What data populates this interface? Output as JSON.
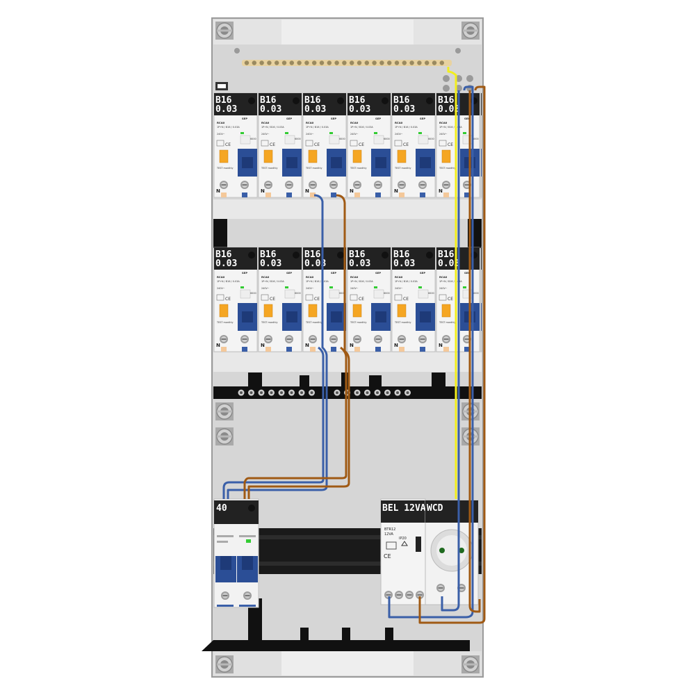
{
  "panel": {
    "rows": [
      {
        "breakers": [
          {
            "rating": "B16",
            "sensitivity": "0.03"
          },
          {
            "rating": "B16",
            "sensitivity": "0.03"
          },
          {
            "rating": "B16",
            "sensitivity": "0.03"
          },
          {
            "rating": "B16",
            "sensitivity": "0.03"
          },
          {
            "rating": "B16",
            "sensitivity": "0.03"
          },
          {
            "rating": "B16",
            "sensitivity": "0.03"
          }
        ]
      },
      {
        "breakers": [
          {
            "rating": "B16",
            "sensitivity": "0.03"
          },
          {
            "rating": "B16",
            "sensitivity": "0.03"
          },
          {
            "rating": "B16",
            "sensitivity": "0.03"
          },
          {
            "rating": "B16",
            "sensitivity": "0.03"
          },
          {
            "rating": "B16",
            "sensitivity": "0.03"
          },
          {
            "rating": "B16",
            "sensitivity": "0.03"
          }
        ]
      }
    ],
    "rcbo_face": {
      "brand": "SEP",
      "model": "RCA0",
      "spec": "1P+N / B16 / 0.03A",
      "volt": "240V~",
      "test_text": "TEST monthly",
      "neutral_mark": "N",
      "ce_mark": "CE",
      "code": "6000"
    },
    "main_switch": {
      "label": "40"
    },
    "bell_transformer": {
      "label": "BEL 12VA",
      "model": "BTR12",
      "power": "12VA",
      "ip": "IP20",
      "ce_mark": "CE"
    },
    "socket": {
      "label": "WCD"
    },
    "colors": {
      "phase_brown": "#a05a14",
      "neutral_blue": "#3a5fa8",
      "bell_yellow": "#f2ee1e",
      "breaker_blue": "#2b4e96",
      "enclosure_grey": "#c9c9c9"
    }
  }
}
